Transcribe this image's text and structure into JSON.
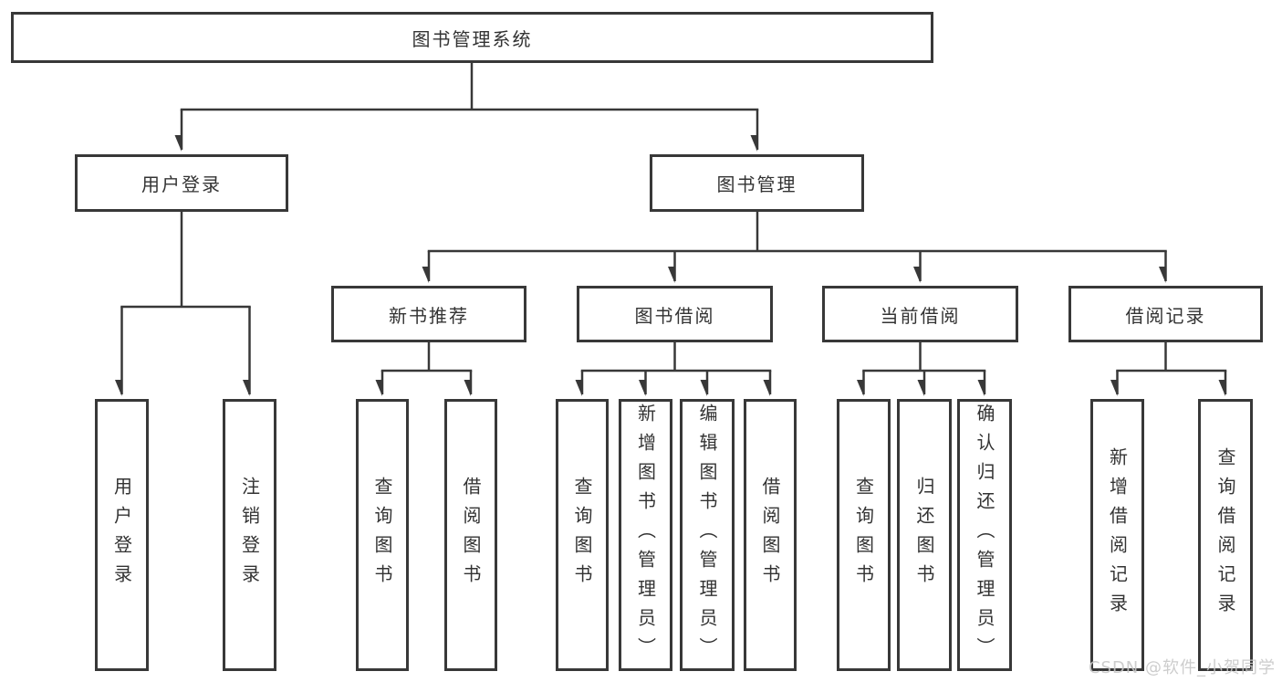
{
  "diagram": {
    "root": {
      "label": "图书管理系统"
    },
    "user_branch": {
      "label": "用户登录",
      "children": [
        {
          "label": "用户登录"
        },
        {
          "label": "注销登录"
        }
      ]
    },
    "mgmt_branch": {
      "label": "图书管理",
      "sections": [
        {
          "label": "新书推荐",
          "children": [
            {
              "label": "查询图书"
            },
            {
              "label": "借阅图书"
            }
          ]
        },
        {
          "label": "图书借阅",
          "children": [
            {
              "label": "查询图书"
            },
            {
              "label": "新增图书（管理员）"
            },
            {
              "label": "编辑图书（管理员）"
            },
            {
              "label": "借阅图书"
            }
          ]
        },
        {
          "label": "当前借阅",
          "children": [
            {
              "label": "查询图书"
            },
            {
              "label": "归还图书"
            },
            {
              "label": "确认归还（管理员）"
            }
          ]
        },
        {
          "label": "借阅记录",
          "children": [
            {
              "label": "新增借阅记录"
            },
            {
              "label": "查询借阅记录"
            }
          ]
        }
      ]
    }
  },
  "watermark": {
    "text": "CSDN @软件_小贺同学"
  },
  "colors": {
    "line": "#383838",
    "box_border": "#383838",
    "box_fill": "#ffffff",
    "text": "#333333",
    "watermark": "#c8c8c8",
    "background": "#ffffff"
  }
}
